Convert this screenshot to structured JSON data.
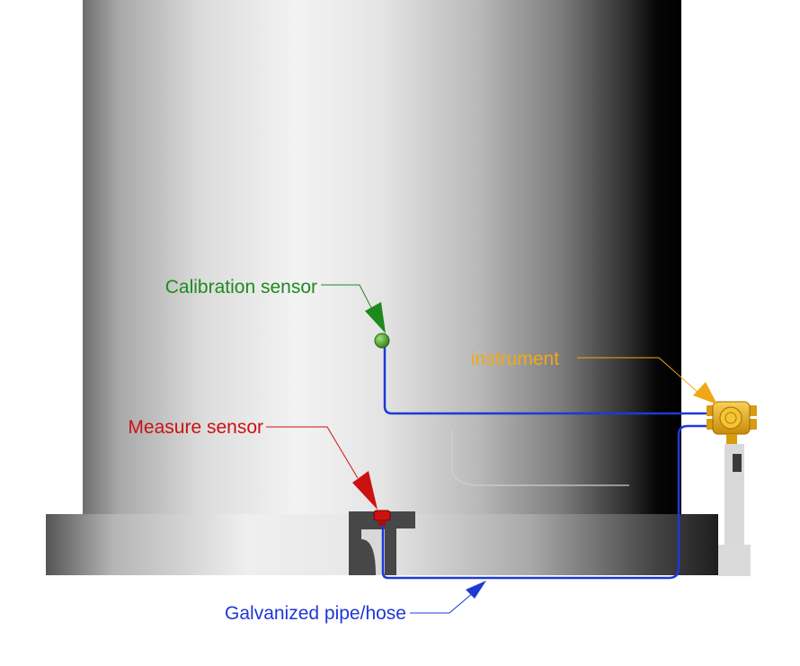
{
  "labels": {
    "calibration_sensor": "Calibration sensor",
    "instrument": "instrument",
    "measure_sensor": "Measure sensor",
    "pipe": "Galvanized pipe/hose"
  },
  "colors": {
    "calibration": "#1e8a1e",
    "instrument": "#f0a818",
    "measure": "#cc1111",
    "pipe": "#1d39d6"
  }
}
